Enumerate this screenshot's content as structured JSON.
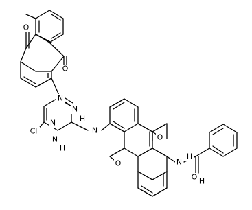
{
  "molecule": {
    "atoms": [
      {
        "id": "o_top_a",
        "symbol": "O"
      },
      {
        "id": "o_top_b",
        "symbol": "O"
      },
      {
        "id": "n_link_1",
        "symbol": "N"
      },
      {
        "id": "n_tri_1",
        "symbol": "N"
      },
      {
        "id": "n_tri_2",
        "symbol": "N"
      },
      {
        "id": "nh_tri_1",
        "symbol": "H"
      },
      {
        "id": "cl",
        "symbol": "Cl"
      },
      {
        "id": "n_tri_3",
        "symbol": "N"
      },
      {
        "id": "nh_tri_3",
        "symbol": "H"
      },
      {
        "id": "n_link_2",
        "symbol": "N"
      },
      {
        "id": "o_mid_a",
        "symbol": "O"
      },
      {
        "id": "o_mid_b",
        "symbol": "O"
      },
      {
        "id": "n_amide",
        "symbol": "N"
      },
      {
        "id": "nh_amide",
        "symbol": "H"
      },
      {
        "id": "o_amide",
        "symbol": "O"
      },
      {
        "id": "h_amide_oh",
        "symbol": "H"
      }
    ]
  }
}
